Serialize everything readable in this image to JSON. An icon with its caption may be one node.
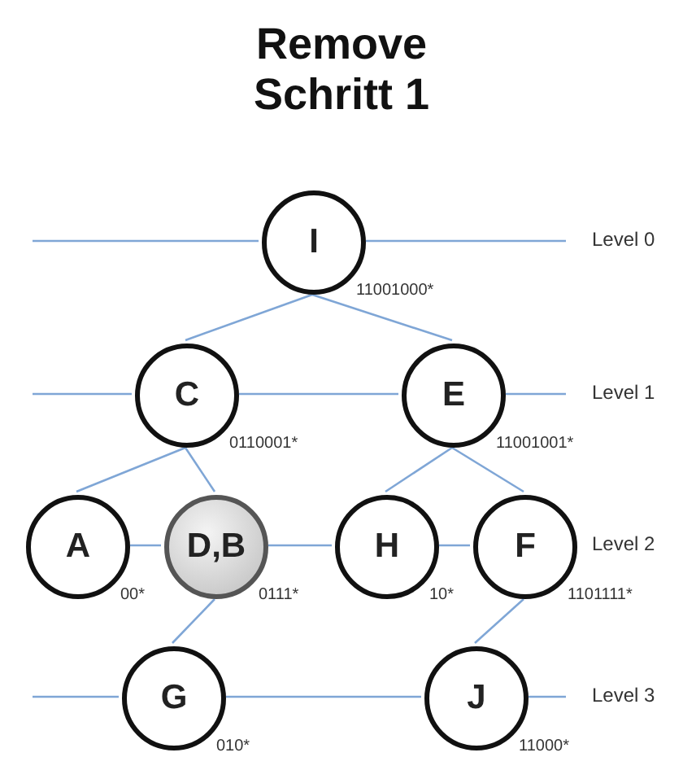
{
  "diagram": {
    "title": "Remove Schritt 1",
    "nodes": [
      {
        "text": [
          "I"
        ],
        "beside": [
          "11001000*"
        ]
      },
      {
        "text": [
          "C"
        ],
        "beside": [
          "0110001*"
        ]
      },
      {
        "text": [
          "E"
        ],
        "beside": [
          "11001001*"
        ]
      },
      {
        "text": [
          "A"
        ],
        "beside": [
          "00*"
        ]
      },
      {
        "text": [
          "D,B"
        ],
        "beside": [
          "0111*"
        ]
      },
      {
        "text": [
          "H"
        ],
        "beside": [
          "10*"
        ]
      },
      {
        "text": [
          "F"
        ],
        "beside": [
          "1101111*"
        ]
      },
      {
        "text": [
          "G"
        ],
        "beside": [
          "010*"
        ]
      },
      {
        "text": [
          "J"
        ],
        "beside": [
          "11000*"
        ]
      }
    ],
    "edges": [
      {
        "from": null,
        "to": 0,
        "arrow": "none"
      },
      {
        "from": 0,
        "to": null,
        "arrow": "none"
      },
      {
        "from": 0,
        "to": 1,
        "arrow": "none"
      },
      {
        "from": 0,
        "to": 2,
        "arrow": "none"
      },
      {
        "from": null,
        "to": 1,
        "arrow": "none"
      },
      {
        "from": 1,
        "to": 2,
        "arrow": "none"
      },
      {
        "from": 2,
        "to": null,
        "arrow": "none"
      },
      {
        "from": 1,
        "to": 3,
        "arrow": "none"
      },
      {
        "from": 1,
        "to": 4,
        "arrow": "none"
      },
      {
        "from": 2,
        "to": 5,
        "arrow": "none"
      },
      {
        "from": 2,
        "to": 6,
        "arrow": "none"
      },
      {
        "from": 3,
        "to": 4,
        "arrow": "none"
      },
      {
        "from": 4,
        "to": 5,
        "arrow": "none"
      },
      {
        "from": 5,
        "to": 6,
        "arrow": "none"
      },
      {
        "from": 4,
        "to": 7,
        "arrow": "none"
      },
      {
        "from": 6,
        "to": 8,
        "arrow": "none"
      },
      {
        "from": null,
        "to": 7,
        "arrow": "none"
      },
      {
        "from": 7,
        "to": 8,
        "arrow": "none"
      },
      {
        "from": 8,
        "to": null,
        "arrow": "none"
      }
    ],
    "labels": [
      "Level 0",
      "Level 1",
      "Level 2",
      "Level 3"
    ]
  }
}
